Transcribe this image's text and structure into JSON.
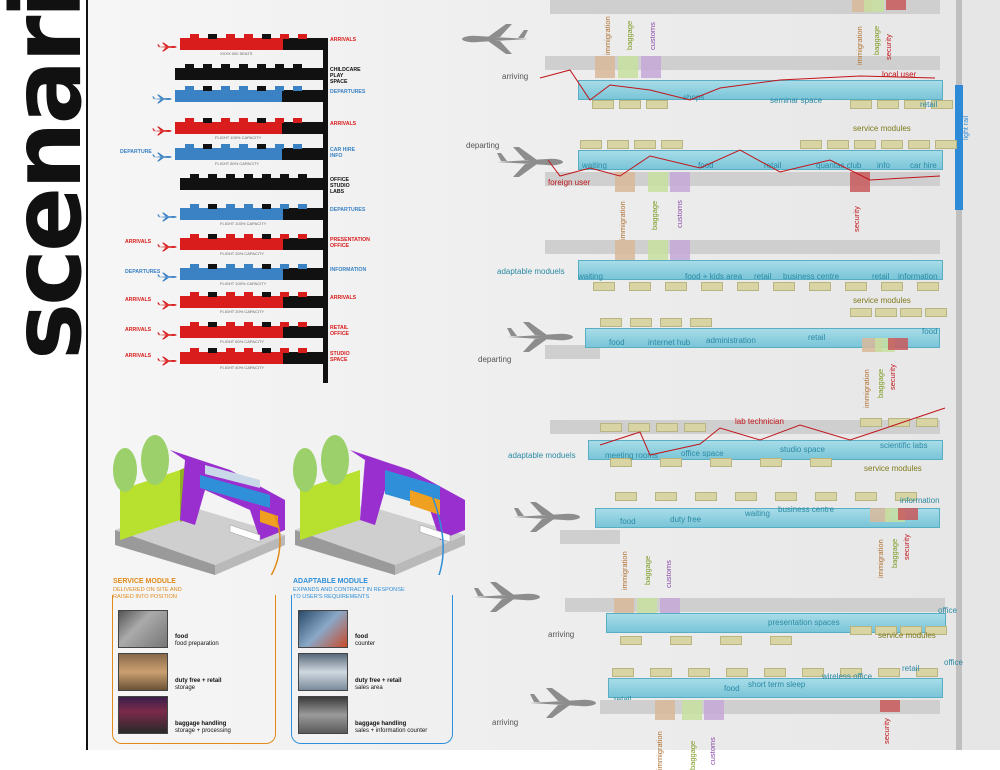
{
  "page": {
    "title": "scenarios"
  },
  "colors": {
    "arrivals": "#d91c1c",
    "departures": "#3a82c4",
    "office": "#111111",
    "module_teal": "#79c5d8",
    "service_module": "#d8d4a4",
    "immigration": "#d9b89a",
    "baggage": "#c8dfa0",
    "customs": "#c6a8d8",
    "security": "#c8585c",
    "user_path": "#c1151b",
    "light_rail": "#2d8ad6"
  },
  "schedule": {
    "rows": [
      {
        "type": "arrivals",
        "cap": "XXXX 000 SEATS",
        "right_label": "ARRIVALS",
        "left_label": ""
      },
      {
        "type": "office",
        "cap": "",
        "right_label": "CHILDCARE\nPLAY\nSPACE",
        "left_label": ""
      },
      {
        "type": "departures",
        "cap": "",
        "right_label": "DEPARTURES",
        "left_label": ""
      },
      {
        "type": "arrivals",
        "cap": "FLIGHT 100% CAPACITY",
        "right_label": "ARRIVALS",
        "left_label": ""
      },
      {
        "type": "departures",
        "cap": "FLIGHT 80% CAPACITY",
        "right_label": "CAR HIRE\nINFO",
        "left_label": "DEPARTURE"
      },
      {
        "type": "office",
        "cap": "",
        "right_label": "OFFICE\nSTUDIO\nLABS",
        "left_label": ""
      },
      {
        "type": "departures",
        "cap": "FLIGHT 100% CAPACITY",
        "right_label": "DEPARTURES",
        "left_label": ""
      },
      {
        "type": "arrivals",
        "cap": "FLIGHT 20% CAPACITY",
        "right_label": "PRESENTATION\nOFFICE",
        "left_label": "ARRIVALS"
      },
      {
        "type": "departures",
        "cap": "FLIGHT 100% CAPACITY",
        "right_label": "INFORMATION",
        "left_label": "DEPARTURES"
      },
      {
        "type": "arrivals",
        "cap": "FLIGHT 20% CAPACITY",
        "right_label": "ARRIVALS",
        "left_label": "ARRIVALS"
      },
      {
        "type": "arrivals",
        "cap": "FLIGHT 60% CAPACITY",
        "right_label": "RETAIL\nOFFICE",
        "left_label": "ARRIVALS"
      },
      {
        "type": "arrivals",
        "cap": "FLIGHT 40% CAPACITY",
        "right_label": "STUDIO\nSPACE",
        "left_label": "ARRIVALS"
      }
    ]
  },
  "flows": {
    "light_rail": "light rail",
    "s1": {
      "direction": "arriving",
      "checkpoints": [
        "immigration",
        "baggage",
        "customs"
      ],
      "checkpoints_right": [
        "immigration",
        "baggage",
        "security"
      ],
      "user": "local user",
      "modules": [
        "shops",
        "seminar space",
        "retail"
      ],
      "service": "service modules"
    },
    "s2": {
      "direction": "departing",
      "user": "foreign user",
      "modules": [
        "waiting",
        "food",
        "retail",
        "quantas club",
        "info",
        "car hire"
      ],
      "checkpoints": [
        "immigration",
        "baggage",
        "customs"
      ],
      "security": "security"
    },
    "s3": {
      "label": "adaptable moduels",
      "modules": [
        "waiting",
        "food + kids area",
        "retail",
        "business centre",
        "retail",
        "information"
      ],
      "service": "service modules"
    },
    "s4": {
      "direction": "departing",
      "modules": [
        "food",
        "internet hub",
        "administration",
        "retail",
        "food"
      ],
      "checkpoints": [
        "immigration",
        "baggage",
        "security"
      ]
    },
    "s5": {
      "label": "adaptable moduels",
      "user": "lab technician",
      "modules": [
        "meeting rooms",
        "office space",
        "studio space",
        "scientific labs"
      ],
      "service": "service modules"
    },
    "s6": {
      "modules": [
        "food",
        "duty free",
        "waiting",
        "business centre",
        "information"
      ],
      "checkpoints": [
        "immigration",
        "baggage",
        "security"
      ]
    },
    "s7": {
      "direction": "arriving",
      "checkpoints": [
        "immigration",
        "baggage",
        "customs"
      ],
      "modules": [
        "presentation spaces",
        "office"
      ],
      "service": "service modules"
    },
    "s8": {
      "direction": "arriving",
      "modules": [
        "retail",
        "food",
        "short term sleep",
        "wireless office",
        "retail",
        "office"
      ],
      "checkpoints": [
        "immigration",
        "baggage",
        "customs"
      ],
      "security": "security"
    }
  },
  "modules": {
    "service": {
      "title": "SERVICE MODULE",
      "subtitle": "DELIVERED ON SITE AND\nRAISED INTO POSITION",
      "items": [
        {
          "name": "food",
          "desc": "food preparation"
        },
        {
          "name": "duty free + retail",
          "desc": "storage"
        },
        {
          "name": "baggage handling",
          "desc": "storage + processing"
        }
      ]
    },
    "adaptable": {
      "title": "ADAPTABLE MODULE",
      "subtitle": "EXPANDS AND CONTRACT IN RESPONSE\nTO USER'S REQUIREMENTS",
      "items": [
        {
          "name": "food",
          "desc": "counter"
        },
        {
          "name": "duty free + retail",
          "desc": "sales area"
        },
        {
          "name": "baggage handling",
          "desc": "sales + information counter"
        }
      ]
    }
  }
}
